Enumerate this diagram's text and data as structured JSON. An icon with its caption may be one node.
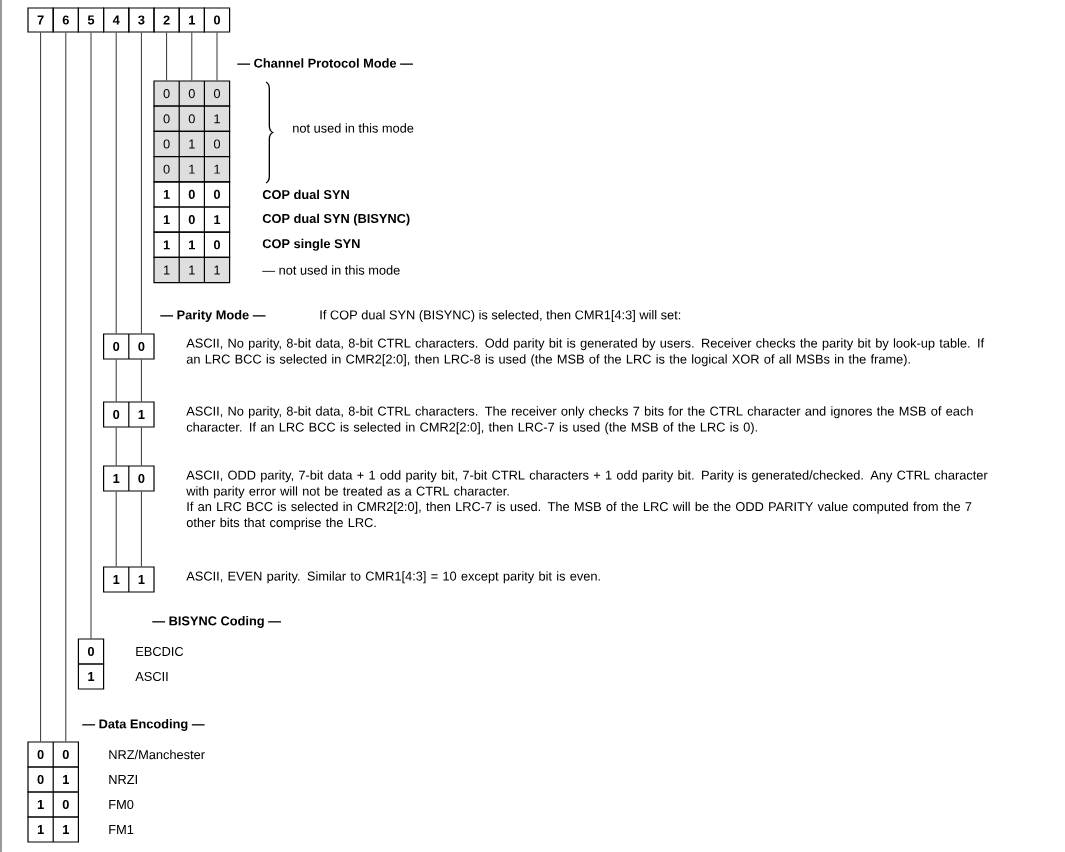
{
  "diagram": {
    "nodes": [
      {
        "text": [
          "7"
        ]
      },
      {
        "text": [
          "6"
        ]
      },
      {
        "text": [
          "5"
        ]
      },
      {
        "text": [
          "4"
        ]
      },
      {
        "text": [
          "3"
        ]
      },
      {
        "text": [
          "2"
        ]
      },
      {
        "text": [
          "1"
        ]
      },
      {
        "text": [
          "0"
        ]
      },
      {
        "text": [
          "0",
          "0",
          "0"
        ]
      },
      {
        "text": [
          "0",
          "0",
          "1"
        ]
      },
      {
        "text": [
          "0",
          "1",
          "0"
        ]
      },
      {
        "text": [
          "0",
          "1",
          "1"
        ]
      },
      {
        "text": [
          "1",
          "0",
          "0"
        ],
        "beside": [
          "COP dual SYN"
        ]
      },
      {
        "text": [
          "1",
          "0",
          "1"
        ],
        "beside": [
          "COP dual SYN (BISYNC)"
        ]
      },
      {
        "text": [
          "1",
          "1",
          "0"
        ],
        "beside": [
          "COP single SYN"
        ]
      },
      {
        "text": [
          "1",
          "1",
          "1"
        ],
        "beside": [
          "— not used in this mode"
        ]
      },
      {
        "text": [
          "0",
          "0"
        ],
        "beside": [
          "ASCII, No parity, 8-bit data, 8-bit CTRL characters.  Odd parity bit is generated by users.  Receiver checks the parity bit by look-up table.  If an LRC BCC is selected in CMR2[2:0], then LRC-8 is used (the MSB of the LRC is the logical XOR of all MSBs in the frame)."
        ]
      },
      {
        "text": [
          "0",
          "1"
        ],
        "beside": [
          "ASCII, No parity, 8-bit data, 8-bit CTRL characters.  The receiver only checks 7 bits for the CTRL character and ignores the MSB of each character.  If an LRC BCC is selected in CMR2[2:0], then LRC-7 is used (the MSB of the LRC is 0)."
        ]
      },
      {
        "text": [
          "1",
          "0"
        ],
        "beside": [
          "ASCII, ODD parity, 7-bit data + 1 odd parity bit, 7-bit CTRL characters + 1 odd parity bit.  Parity is generated/checked.  Any CTRL character with parity error will not be treated as a CTRL character.",
          "If an LRC BCC is selected in CMR2[2:0], then LRC-7 is used.  The MSB of the LRC will be the ODD PARITY value computed from the 7 other bits that comprise the LRC."
        ]
      },
      {
        "text": [
          "1",
          "1"
        ],
        "beside": [
          "ASCII, EVEN parity.  Similar to CMR1[4:3] = 10 except parity bit is even."
        ]
      },
      {
        "text": [
          "0"
        ],
        "beside": [
          "EBCDIC"
        ]
      },
      {
        "text": [
          "1"
        ],
        "beside": [
          "ASCII"
        ]
      },
      {
        "text": [
          "0",
          "0"
        ],
        "beside": [
          "NRZ/Manchester"
        ]
      },
      {
        "text": [
          "0",
          "1"
        ],
        "beside": [
          "NRZI"
        ]
      },
      {
        "text": [
          "1",
          "0"
        ],
        "beside": [
          "FM0"
        ]
      },
      {
        "text": [
          "1",
          "1"
        ],
        "beside": [
          "FM1"
        ]
      }
    ],
    "edges": [
      {
        "from": 5,
        "to": 8,
        "arrow": "none"
      },
      {
        "from": 6,
        "to": 8,
        "arrow": "none"
      },
      {
        "from": 7,
        "to": 8,
        "arrow": "none"
      },
      {
        "from": 3,
        "to": 16,
        "arrow": "none"
      },
      {
        "from": 4,
        "to": 16,
        "arrow": "none"
      },
      {
        "from": 16,
        "to": 17,
        "arrow": "none"
      },
      {
        "from": 16,
        "to": 17,
        "arrow": "none"
      },
      {
        "from": 17,
        "to": 18,
        "arrow": "none"
      },
      {
        "from": 17,
        "to": 18,
        "arrow": "none"
      },
      {
        "from": 18,
        "to": 19,
        "arrow": "none"
      },
      {
        "from": 18,
        "to": 19,
        "arrow": "none"
      },
      {
        "from": 2,
        "to": 20,
        "arrow": "none"
      },
      {
        "from": 0,
        "to": 22,
        "arrow": "none"
      },
      {
        "from": 1,
        "to": 22,
        "arrow": "none"
      }
    ],
    "labels": [
      "— Channel Protocol Mode —",
      "not used in this mode",
      "— Parity Mode —",
      "If COP dual SYN (BISYNC) is selected, then CMR1[4:3] will set:",
      "— BISYNC Coding —",
      "— Data Encoding —"
    ]
  }
}
